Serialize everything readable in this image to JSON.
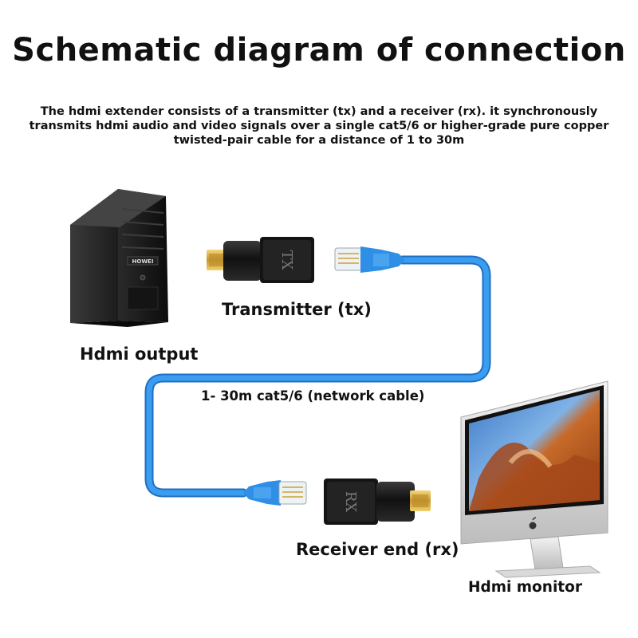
{
  "title": "Schematic diagram of connection",
  "subtitle": "The hdmi extender consists of a transmitter (tx) and a receiver (rx). it synchronously transmits hdmi audio and video signals over a single cat5/6 or higher-grade pure copper twisted-pair cable for a distance of 1 to 30m",
  "labels": {
    "hdmi_output": "Hdmi output",
    "transmitter": "Transmitter (tx)",
    "cable": "1- 30m cat5/6 (network cable)",
    "receiver": "Receiver end (rx)",
    "hdmi_monitor": "Hdmi monitor"
  },
  "adapter_marks": {
    "tx": "TX",
    "rx": "RX"
  },
  "pc_brand": "HOWEI",
  "icons": [
    "computer-tower-icon",
    "hdmi-transmitter-adapter-icon",
    "hdmi-receiver-adapter-icon",
    "rj45-connector-icon",
    "monitor-icon",
    "apple-logo-icon"
  ],
  "colors": {
    "cable": "#2f8fe6",
    "cable_shade": "#1f6fc4",
    "adapter_body": "#1a1a1a",
    "hdmi_gold": "#d9b24a",
    "background": "#ffffff"
  }
}
